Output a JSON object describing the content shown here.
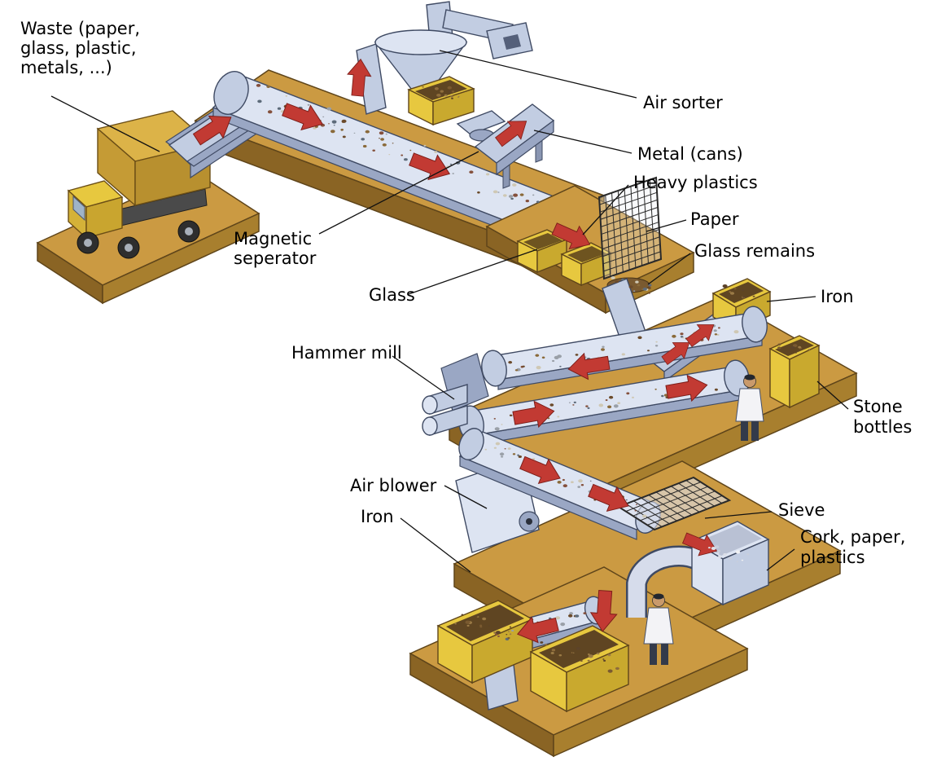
{
  "diagram": {
    "labels": {
      "waste": {
        "lines": [
          "Waste (paper,",
          "glass, plastic,",
          "metals, ...)"
        ]
      },
      "air_sorter": {
        "lines": [
          "Air sorter"
        ]
      },
      "metal_cans": {
        "lines": [
          "Metal (cans)"
        ]
      },
      "heavy_plastics": {
        "lines": [
          "Heavy plastics"
        ]
      },
      "paper": {
        "lines": [
          "Paper"
        ]
      },
      "glass_remains": {
        "lines": [
          "Glass remains"
        ]
      },
      "iron_top": {
        "lines": [
          "Iron"
        ]
      },
      "magnetic_separator": {
        "lines": [
          "Magnetic",
          "seperator"
        ]
      },
      "glass": {
        "lines": [
          "Glass"
        ]
      },
      "hammer_mill": {
        "lines": [
          "Hammer mill"
        ]
      },
      "stone_bottles": {
        "lines": [
          "Stone",
          "bottles"
        ]
      },
      "air_blower": {
        "lines": [
          "Air blower"
        ]
      },
      "iron_bottom": {
        "lines": [
          "Iron"
        ]
      },
      "sieve": {
        "lines": [
          "Sieve"
        ]
      },
      "cork_paper_plastics": {
        "lines": [
          "Cork, paper,",
          "plastics"
        ]
      }
    },
    "colors": {
      "background": "#ffffff",
      "platform_top": "#cb9a42",
      "platform_side": "#a87f2e",
      "platform_front": "#8a6424",
      "machine_light": "#dde4f2",
      "machine_mid": "#c2cde2",
      "machine_dark": "#9aa7c4",
      "arrow_red": "#c23a33",
      "bin_yellow": "#e7c83f",
      "bin_side": "#c9a92e",
      "contents_brown": "#5f4522",
      "outline_cool": "#3f4a63",
      "outline_warm": "#5f451a",
      "leader_line": "#111111",
      "label_text": "#000000"
    }
  }
}
